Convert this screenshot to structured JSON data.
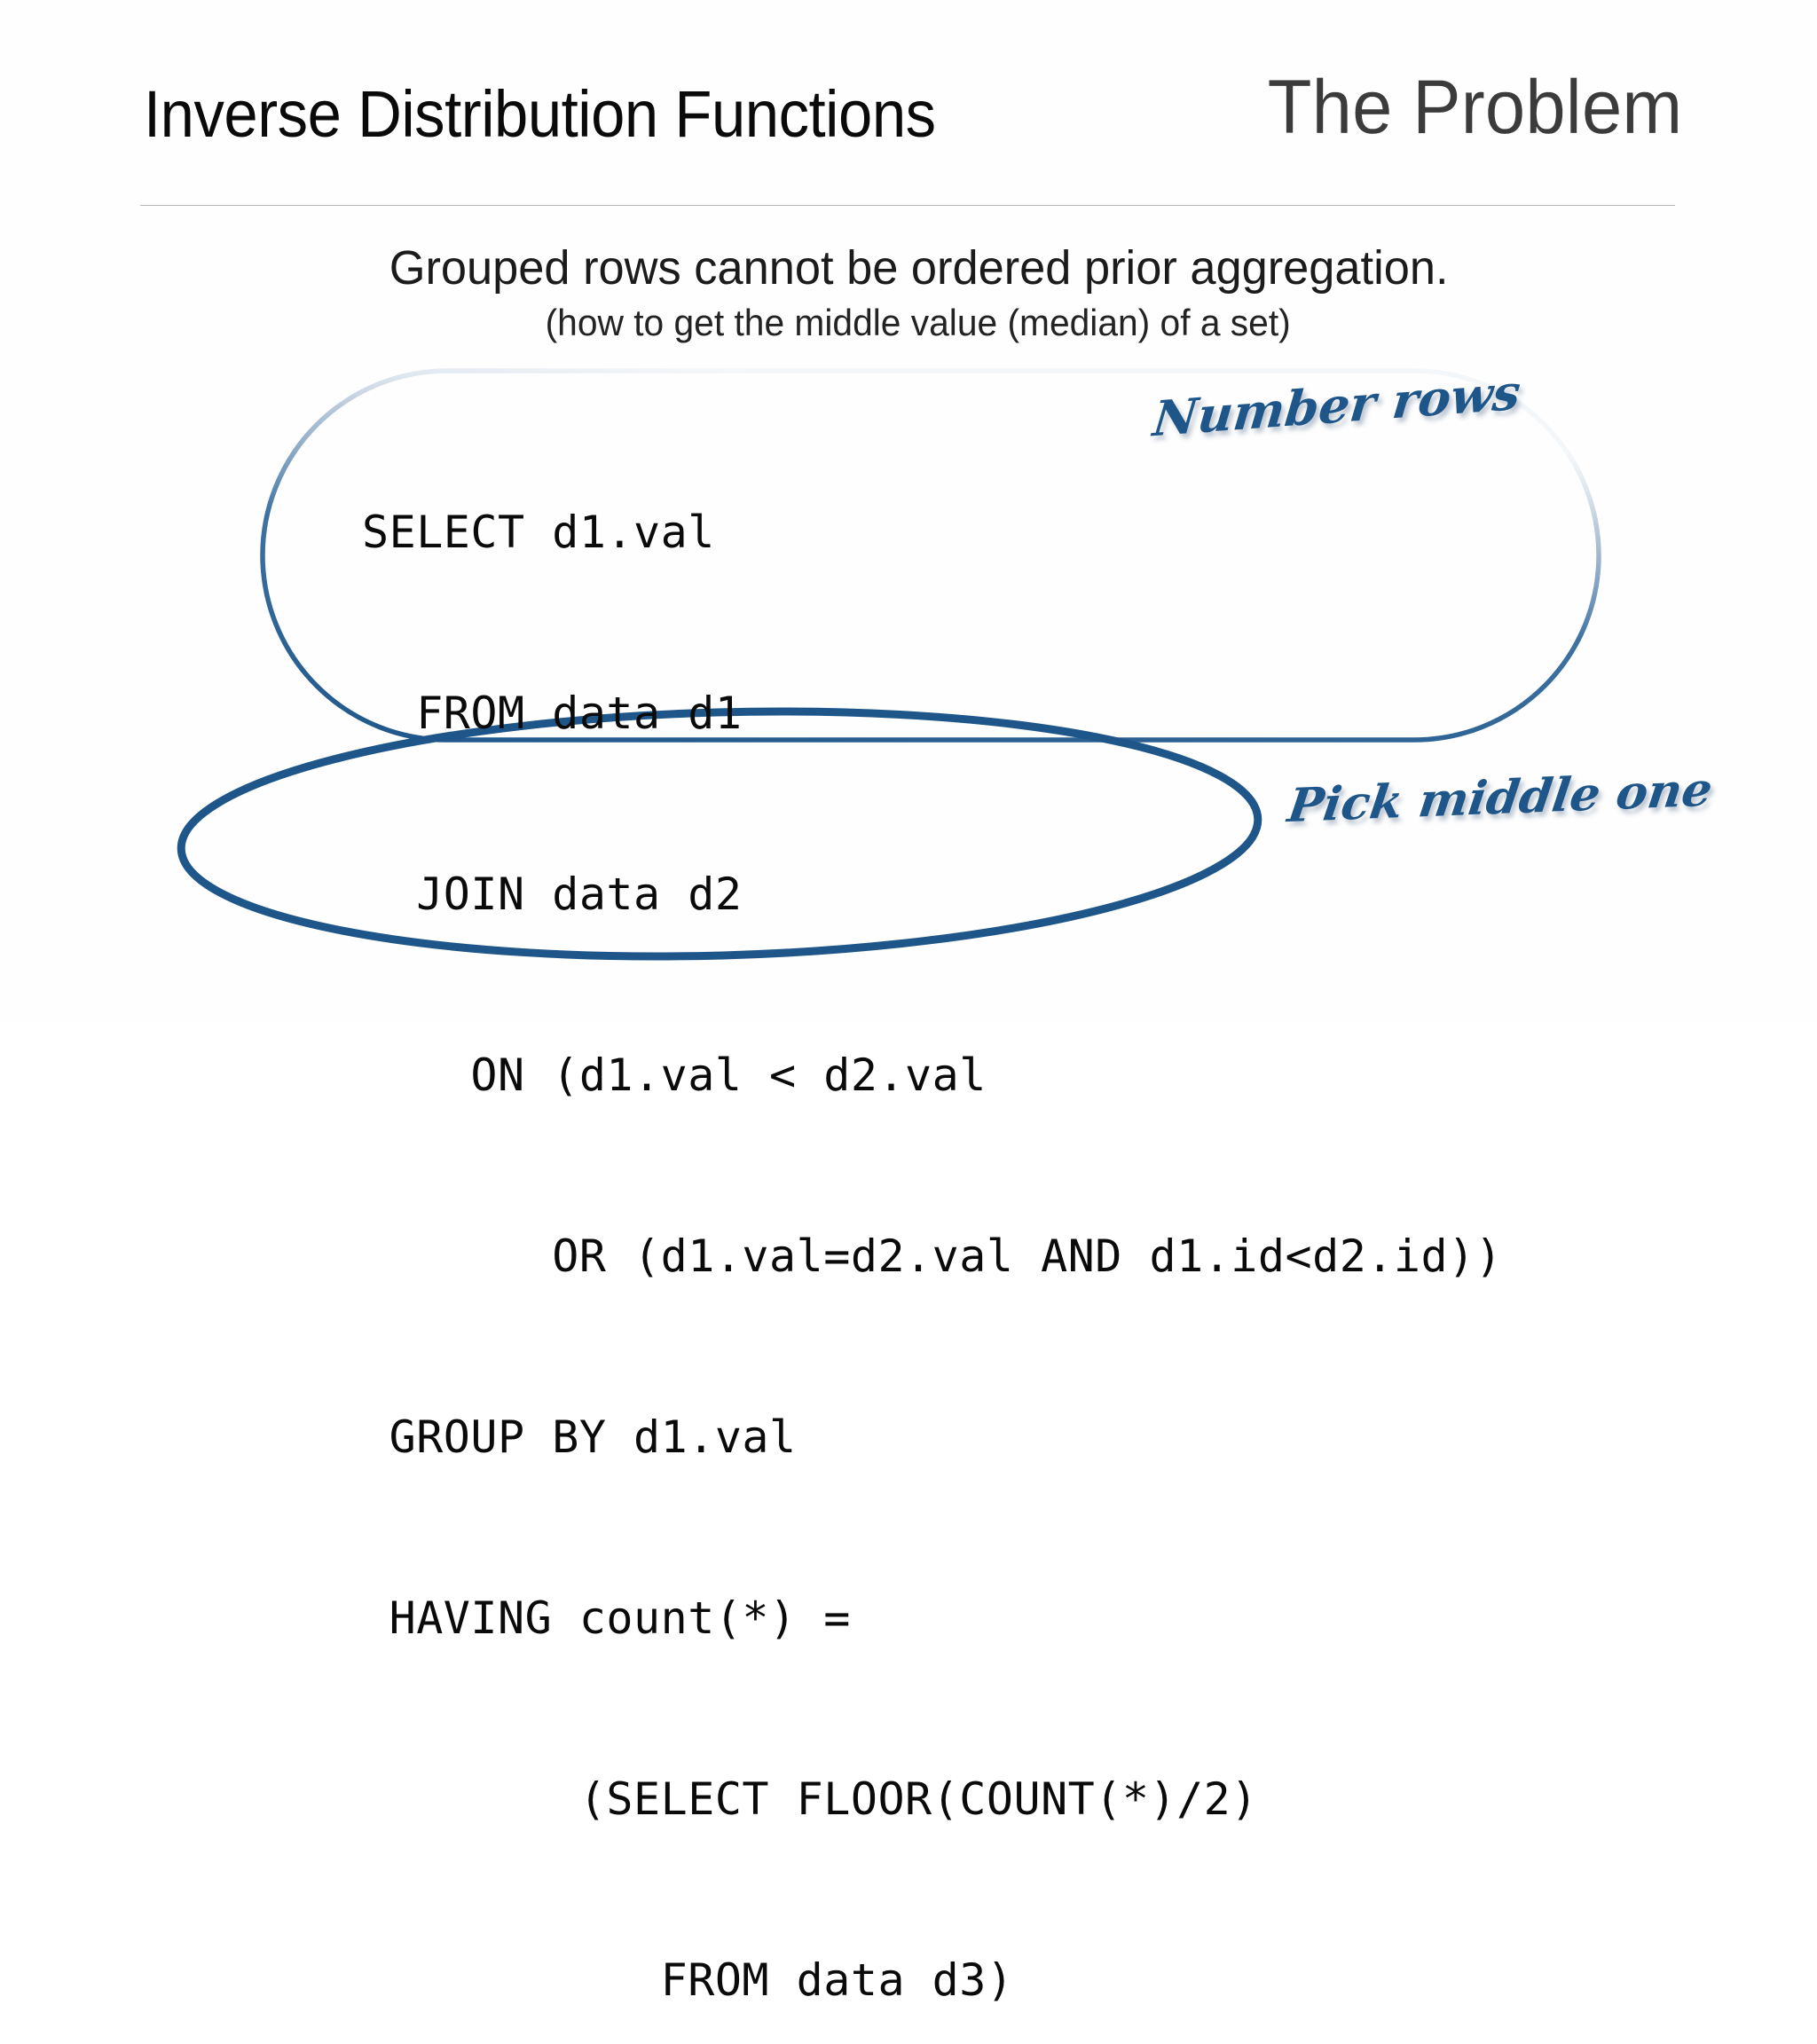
{
  "slide": {
    "background_color": "#ffffff",
    "accent_color": "#1f5689",
    "rule_color": "#b6b6b6",
    "header": {
      "title": "Inverse Distribution Functions",
      "subject": "The Problem"
    },
    "subtitle": {
      "main": "Grouped rows cannot be ordered prior aggregation.",
      "note": "(how to get the middle value (median) of a set)"
    },
    "code": {
      "language": "sql",
      "lines": [
        "SELECT d1.val",
        "  FROM data d1",
        "  JOIN data d2",
        "    ON (d1.val < d2.val",
        "       OR (d1.val=d2.val AND d1.id<d2.id))",
        " GROUP BY d1.val",
        " HAVING count(*) =",
        "        (SELECT FLOOR(COUNT(*)/2)",
        "           FROM data d3)"
      ]
    },
    "annotations": [
      {
        "id": "number-rows",
        "text": "Number rows",
        "color": "#1f5689",
        "shape": "rounded-rectangle",
        "targets": "SELECT .. GROUP BY lines"
      },
      {
        "id": "pick-middle-one",
        "text": "Pick middle one",
        "color": "#1f5689",
        "shape": "ellipse",
        "targets": "HAVING subquery lines"
      }
    ]
  }
}
